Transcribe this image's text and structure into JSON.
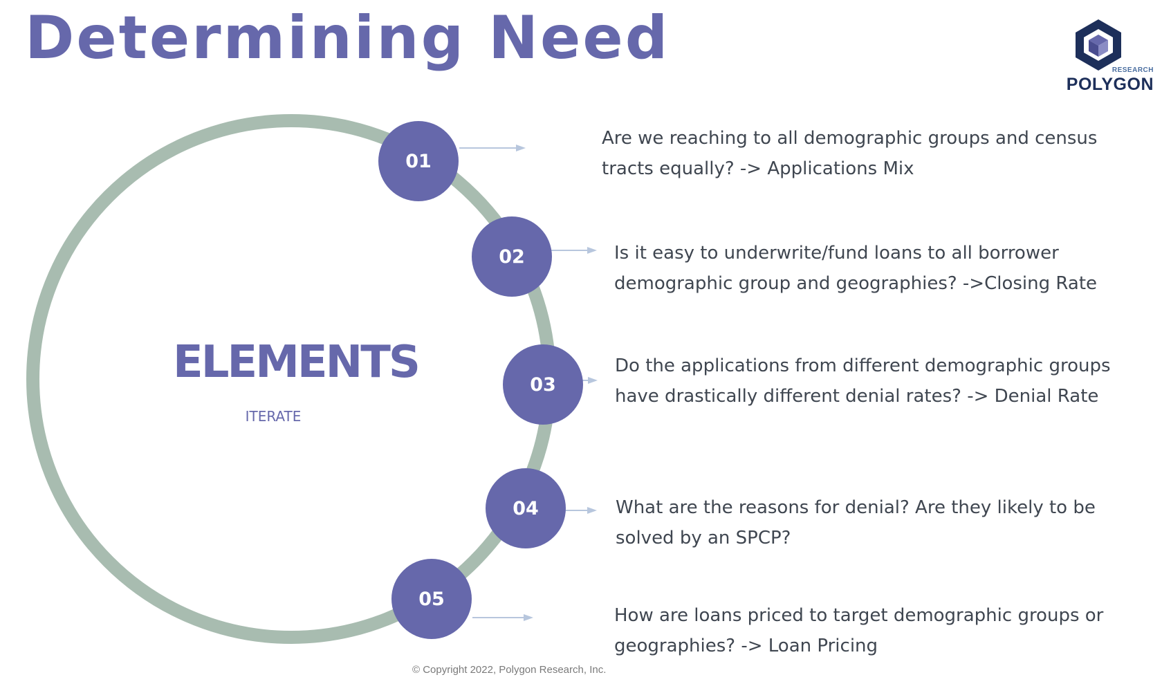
{
  "title": "Determining Need",
  "logo": {
    "small_text": "RESEARCH",
    "big_text": "POLYGON"
  },
  "center": {
    "title": "ELEMENTS",
    "subtitle": "ITERATE"
  },
  "items": [
    {
      "number": "01",
      "line1": "Are we reaching to all demographic groups and census",
      "line2": "tracts equally? -> Applications Mix"
    },
    {
      "number": "02",
      "line1": "Is it easy to underwrite/fund loans to all borrower",
      "line2": "demographic group and geographies? ->Closing Rate"
    },
    {
      "number": "03",
      "line1": "Do the applications from different demographic groups",
      "line2": "have drastically different denial rates? -> Denial Rate"
    },
    {
      "number": "04",
      "line1": "What are the reasons for denial? Are they likely to be",
      "line2": "solved by an SPCP?"
    },
    {
      "number": "05",
      "line1": "How are loans priced to target demographic groups or",
      "line2": "geographies? -> Loan Pricing"
    }
  ],
  "copyright": "© Copyright 2022, Polygon Research, Inc.",
  "colors": {
    "accent": "#6668ab",
    "ring": "#a8bcb0",
    "arrow": "#b7c6dd",
    "text": "#3f4650"
  }
}
